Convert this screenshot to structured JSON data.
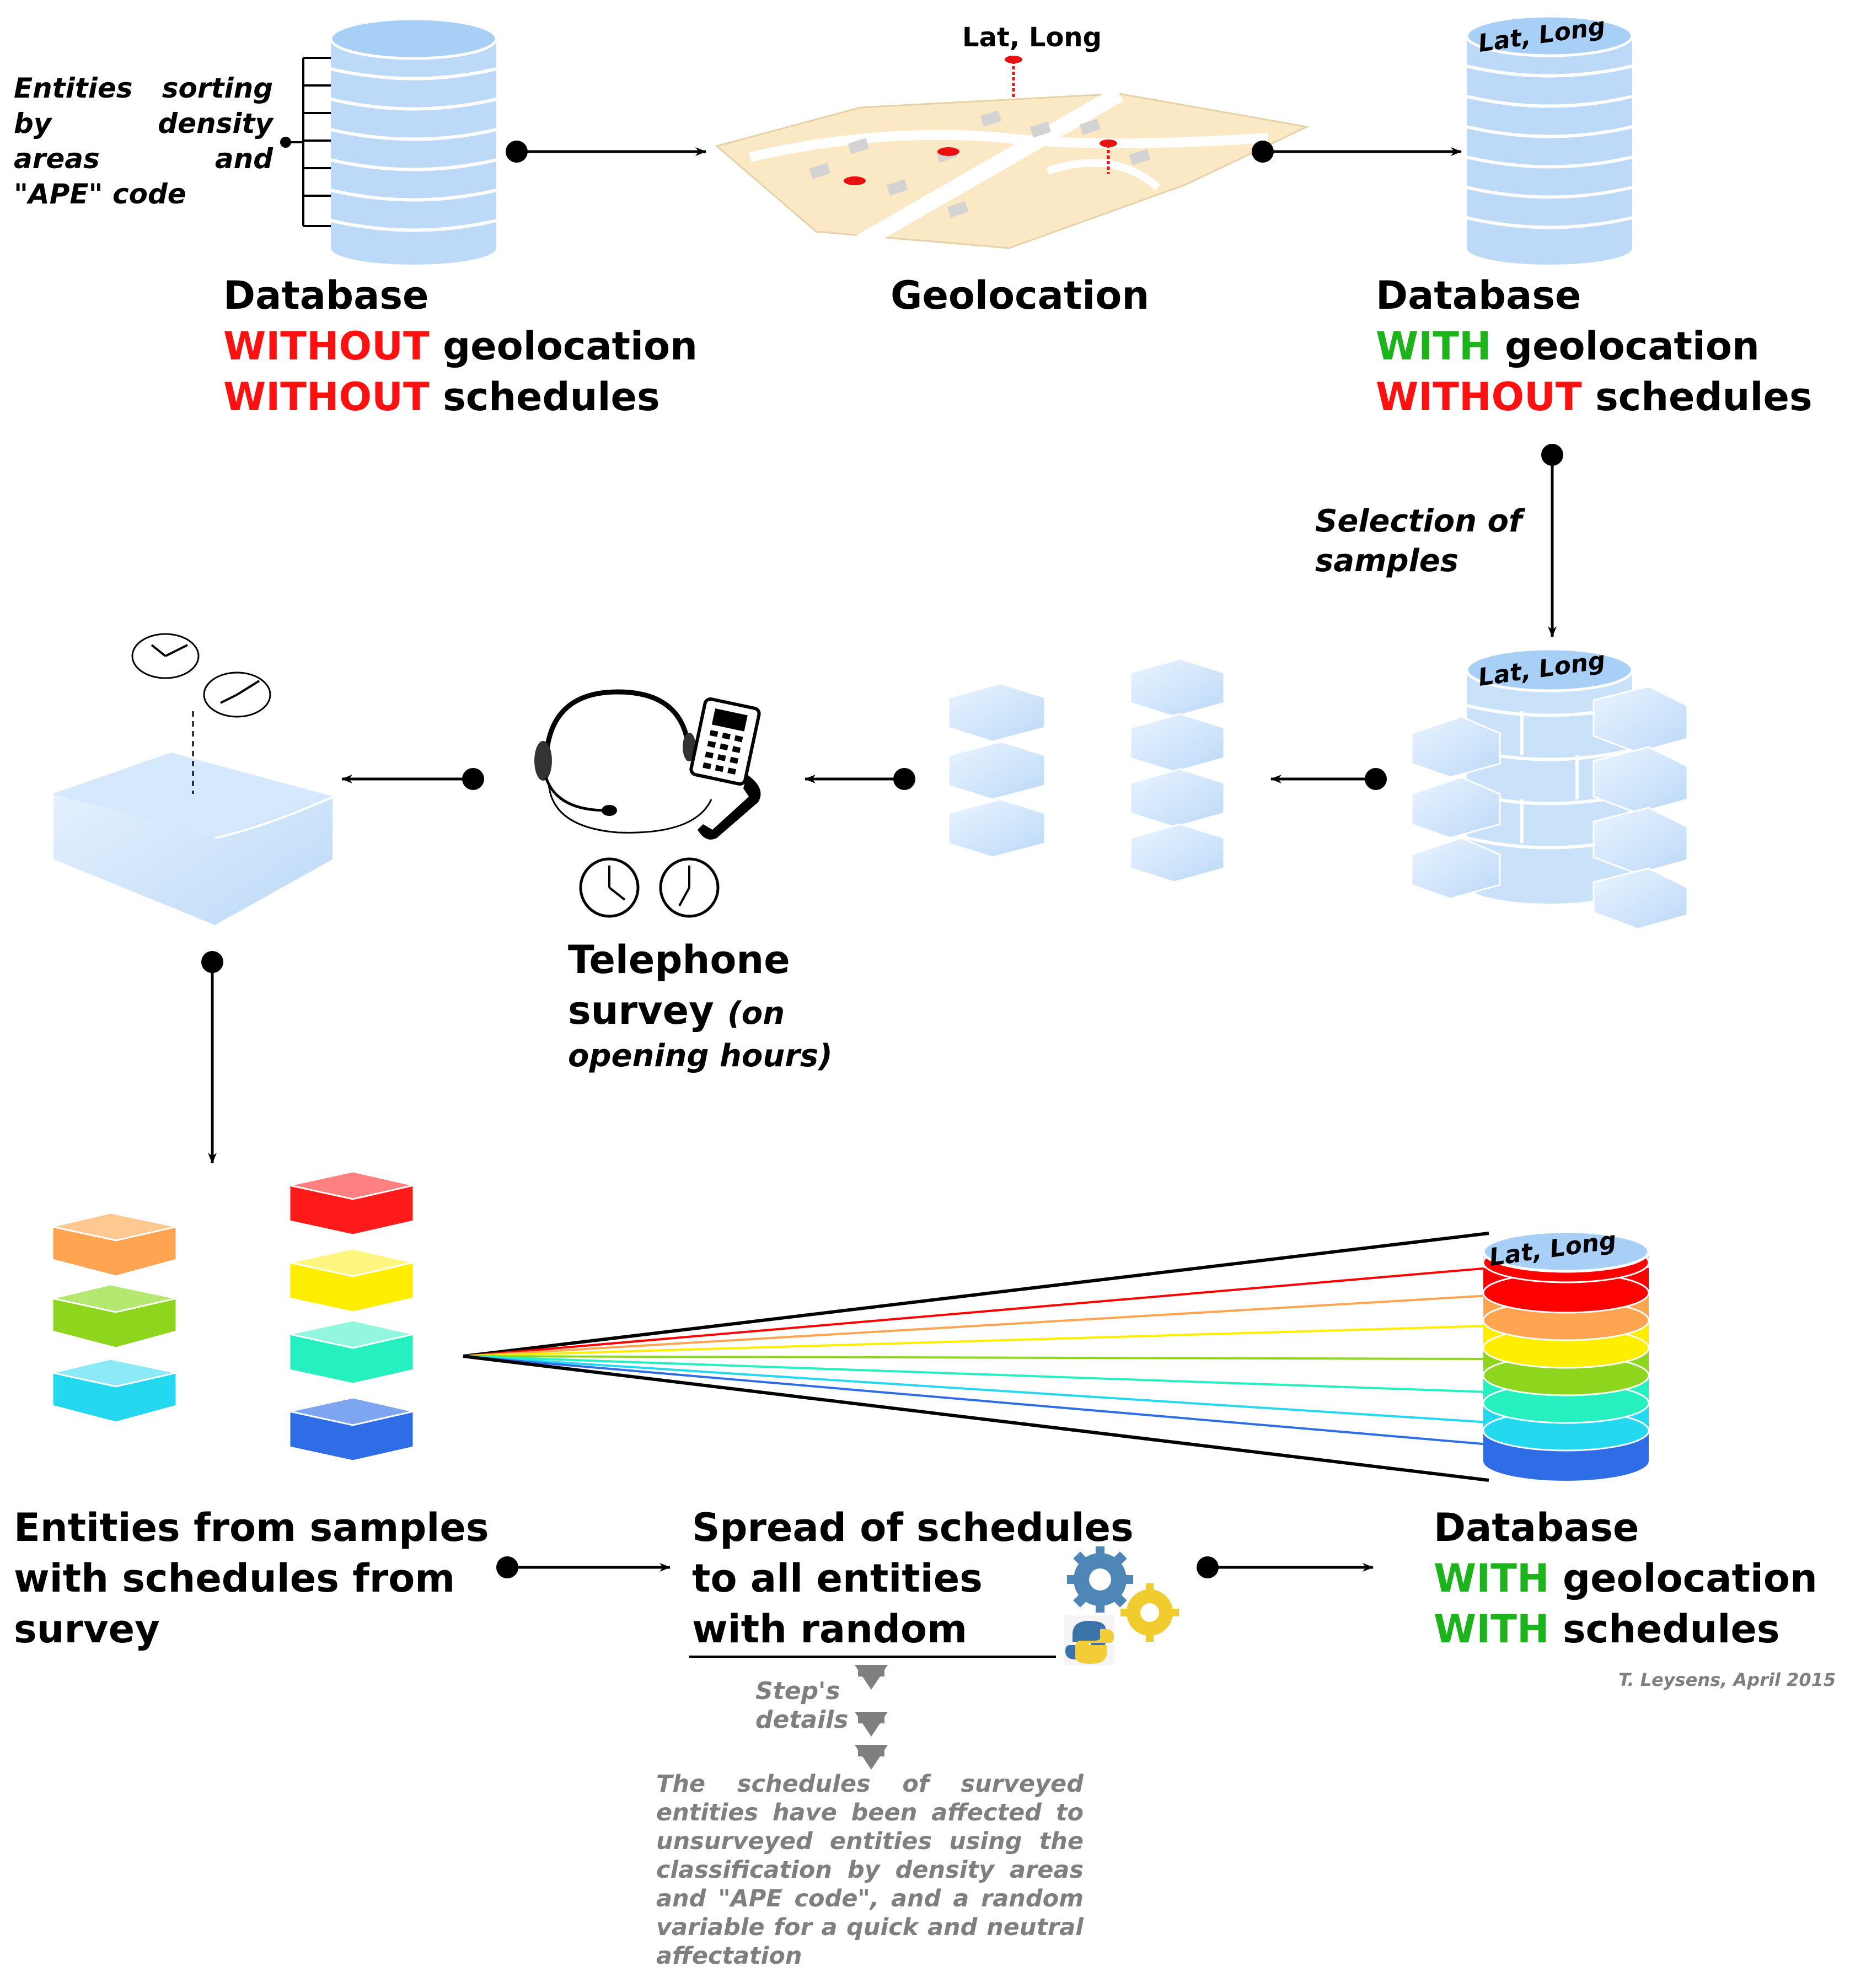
{
  "top_row": {
    "sorting_note": [
      "Entities sorting",
      "by density",
      "areas and",
      "\"APE\" code"
    ],
    "db_plain": {
      "title": "Database",
      "word1": "WITHOUT",
      "rest1": "geolocation",
      "word2": "WITHOUT",
      "rest2": "schedules"
    },
    "map": {
      "pin_label": "Lat, Long",
      "title": "Geolocation"
    },
    "db_geo": {
      "top_label": "Lat, Long",
      "title": "Database",
      "word1": "WITH",
      "rest1": "geolocation",
      "word2": "WITHOUT",
      "rest2": "schedules"
    }
  },
  "middle_row": {
    "selection_note": [
      "Selection of",
      "samples"
    ],
    "db_samples_top_label": "Lat, Long",
    "survey": {
      "title1": "Telephone",
      "title2": "survey",
      "note1": "(on",
      "note2": "opening hours)"
    }
  },
  "bottom_row": {
    "entities": [
      "Entities from samples",
      "with schedules from",
      "survey"
    ],
    "spread": [
      "Spread of schedules",
      "to all entities",
      "with random"
    ],
    "details": [
      "Step's",
      "details"
    ],
    "details_body": "The schedules of surveyed entities have been affected to unsurveyed entities using the classification by density areas and \"APE code\", and a random variable for a quick and neutral affectation",
    "db_final": {
      "top_label": "Lat, Long",
      "title": "Database",
      "word1": "WITH",
      "rest1": "geolocation",
      "word2": "WITH",
      "rest2": "schedules"
    },
    "credit": "T. Leysens, April 2015"
  },
  "colors": {
    "db_blue": "#bcd9f7",
    "db_top": "#a8cff5",
    "red": "#ff1010",
    "green": "#1bb51b",
    "grey": "#7f7f7f",
    "map_beige": "#fbe8c4",
    "layers": [
      "#ff0000",
      "#ffa552",
      "#ffee00",
      "#8ed61e",
      "#26f0c0",
      "#24d8f0",
      "#2f6de6"
    ]
  },
  "icons": [
    "database-icon",
    "map-icon",
    "pin-icon",
    "headset-icon",
    "phone-icon",
    "clock-icon",
    "gears-icon",
    "python-icon",
    "arrow-icon"
  ]
}
